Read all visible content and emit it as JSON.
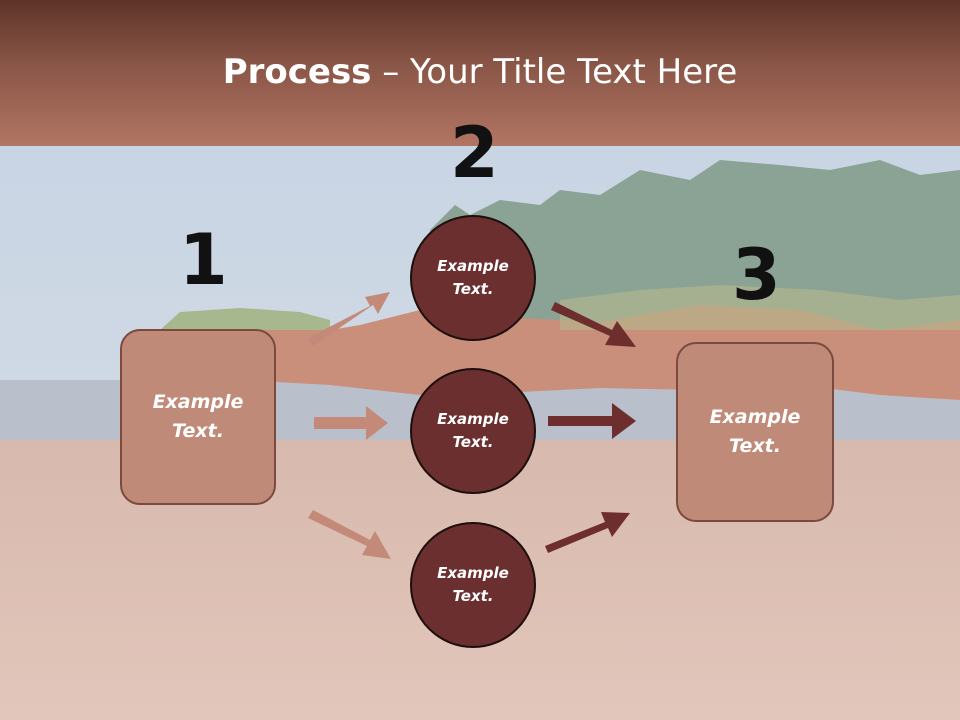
{
  "slide": {
    "title_bold": "Process",
    "title_rest": " – Your Title Text Here"
  },
  "steps": {
    "step1": "1",
    "step2": "2",
    "step3": "3"
  },
  "left_box": {
    "label": "Example Text."
  },
  "right_box": {
    "label": "Example Text."
  },
  "circles": [
    {
      "label": "Example Text."
    },
    {
      "label": "Example Text."
    },
    {
      "label": "Example Text."
    }
  ],
  "colors": {
    "header": "#8a5647",
    "box_fill": "#c08a78",
    "circle_fill": "#6b2f2f",
    "light_arrow": "#c48a79",
    "dark_arrow": "#6e2e2e"
  }
}
